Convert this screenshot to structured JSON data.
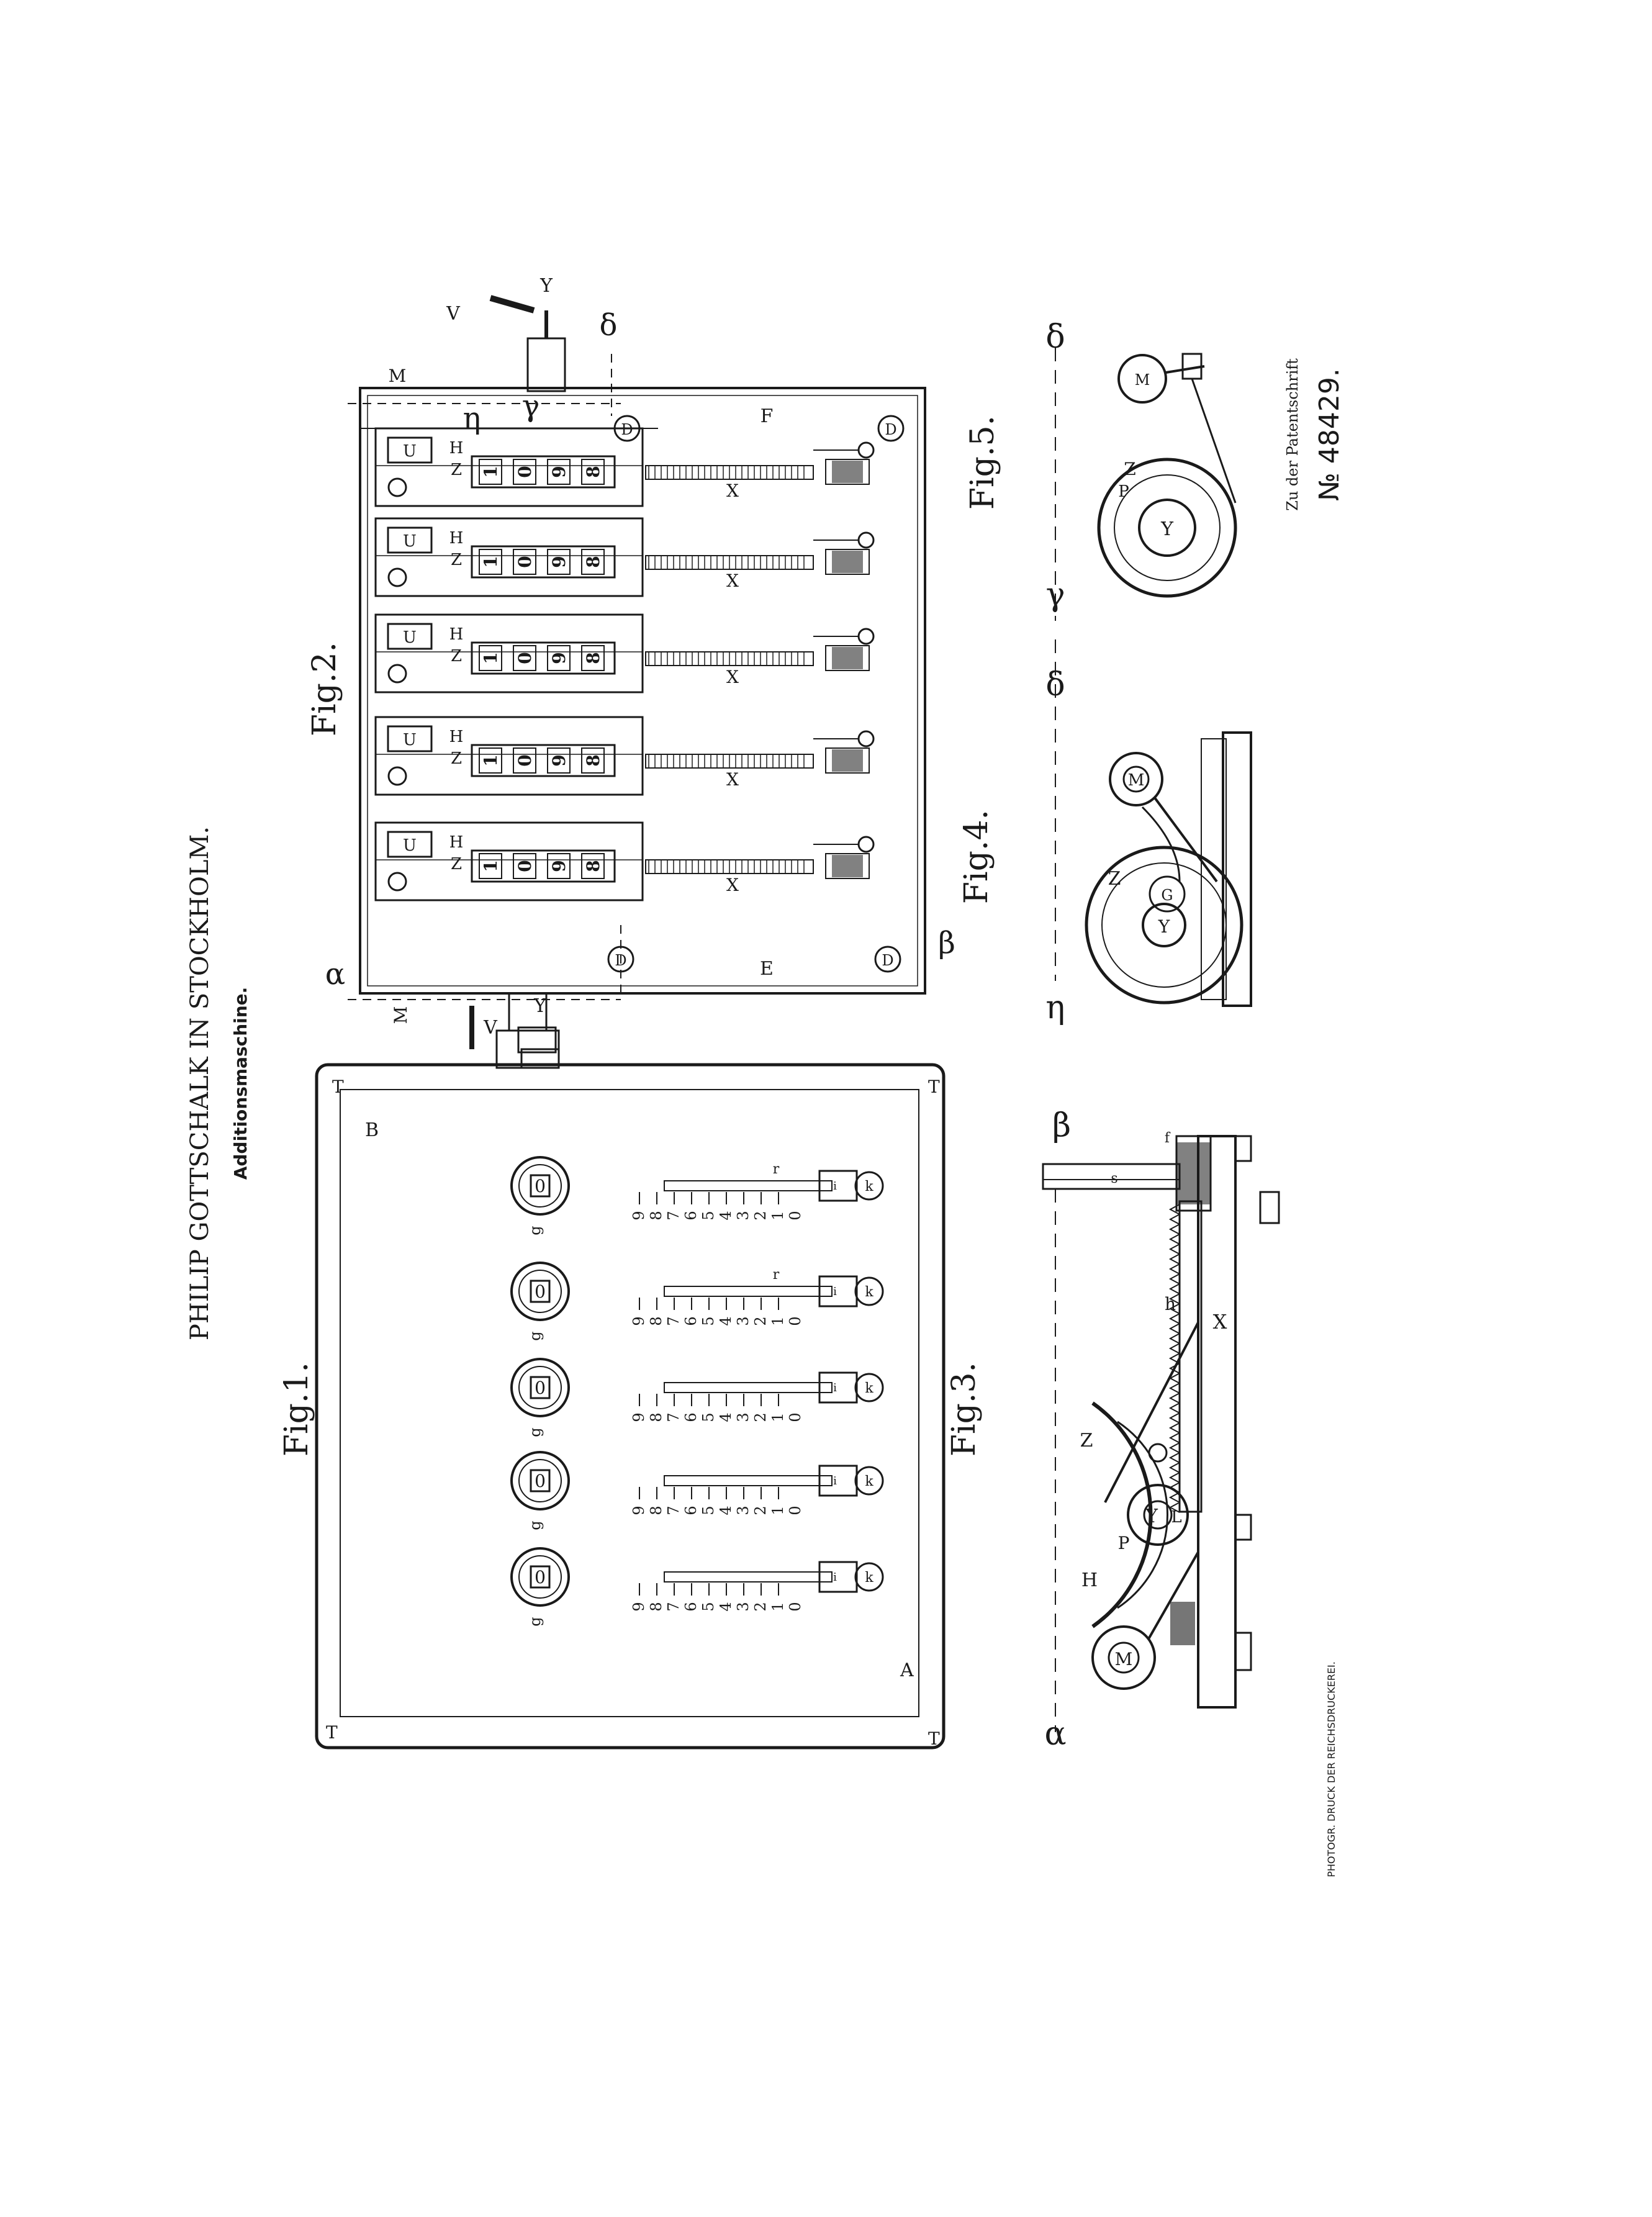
{
  "header": {
    "inventor": "PHILIP GOTTSCHALK IN STOCKHOLM.",
    "subtitle": "Additionsmaschine."
  },
  "patent": {
    "ref_label": "Zu der Patentschrift",
    "number": "№ 48429.",
    "printer": "PHOTOGR. DRUCK DER REICHSDRUCKEREI."
  },
  "figures": {
    "fig1": "Fig.1.",
    "fig2": "Fig.2.",
    "fig3": "Fig.3.",
    "fig4": "Fig.4.",
    "fig5": "Fig.5."
  },
  "fig1": {
    "corner_label": "T",
    "label_A": "A",
    "label_B": "B",
    "wheel_reading": "0",
    "wheel_label": "g",
    "scale": [
      "9",
      "8",
      "7",
      "6",
      "5",
      "4",
      "3",
      "2",
      "1",
      "0"
    ],
    "slider_label": "r",
    "knob_label": "k",
    "pin_label": "i"
  },
  "fig2": {
    "column_digits": [
      "1",
      "0",
      "9",
      "8"
    ],
    "label_U": "U",
    "label_Z": "Z",
    "label_H": "H",
    "label_X": "X",
    "label_E": "E",
    "label_F": "F",
    "label_D": "D",
    "label_M": "M",
    "label_V": "V",
    "label_Y": "Y",
    "section_marks": [
      "α",
      "β",
      "γ",
      "δ",
      "η"
    ]
  },
  "fig3": {
    "label_X": "X",
    "label_h": "h",
    "label_s": "s",
    "label_f": "f",
    "label_Z": "Z",
    "label_H": "H",
    "label_Y": "Y",
    "label_L": "L",
    "label_M": "M",
    "label_P": "P",
    "marks": [
      "α",
      "β"
    ]
  },
  "fig4": {
    "label_Y": "Y",
    "label_G": "G",
    "label_M": "M",
    "label_Z": "Z",
    "marks": [
      "η",
      "δ"
    ]
  },
  "fig5": {
    "label_Y": "Y",
    "label_M": "M",
    "label_P": "P",
    "label_Z": "Z",
    "marks": [
      "γ",
      "δ"
    ]
  }
}
